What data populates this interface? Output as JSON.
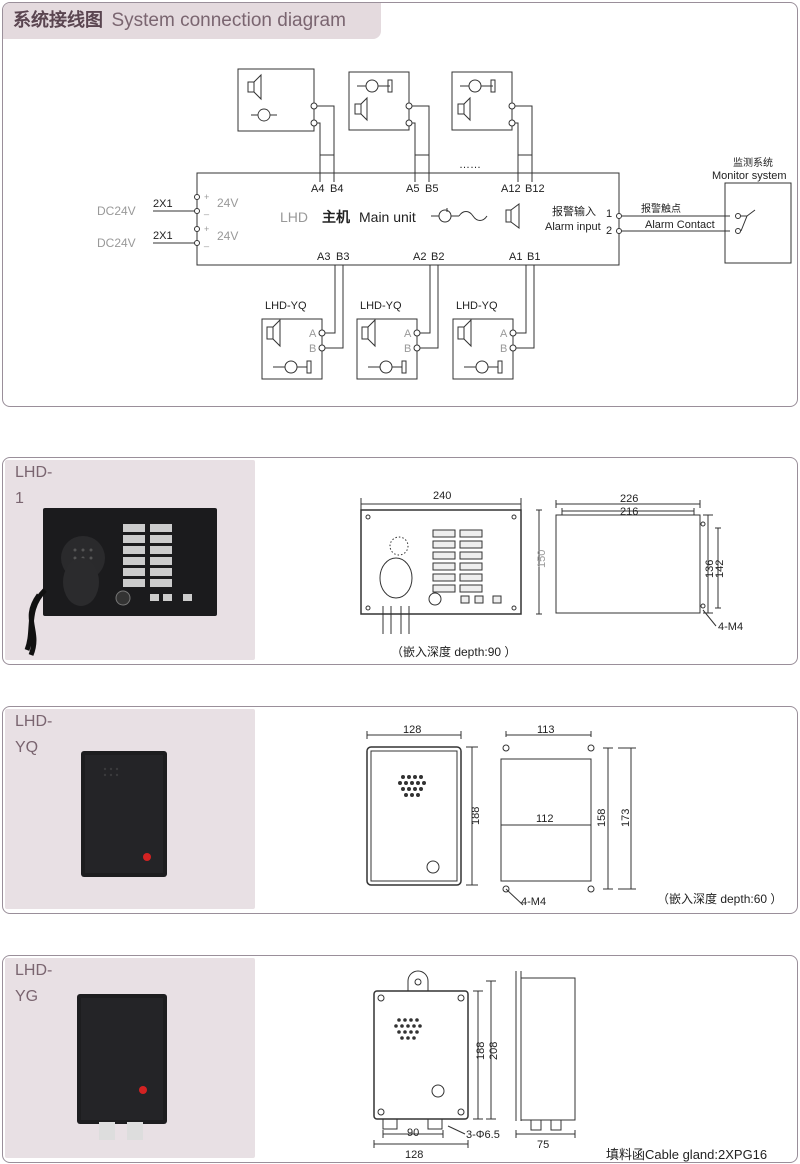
{
  "system": {
    "title_cn": "系统接线图",
    "title_en": "System connection diagram",
    "main_unit": {
      "brand": "LHD",
      "name_cn": "主机",
      "name_en": "Main unit"
    },
    "power": [
      {
        "label": "DC24V",
        "terminal": "2X1",
        "plus": "+",
        "minus": "_",
        "volt": "24V"
      },
      {
        "label": "DC24V",
        "terminal": "2X1",
        "plus": "+",
        "minus": "_",
        "volt": "24V"
      }
    ],
    "top_ports": [
      "A4",
      "B4",
      "A5",
      "B5",
      "A12",
      "B12"
    ],
    "bottom_ports": [
      "A3",
      "B3",
      "A2",
      "B2",
      "A1",
      "B1"
    ],
    "ellipsis": "……",
    "alarm_input_cn": "报警输入",
    "alarm_input_en": "Alarm input",
    "alarm_pin1": "1",
    "alarm_pin2": "2",
    "alarm_contact_cn": "报警触点",
    "alarm_contact_en": "Alarm Contact",
    "monitor_cn": "监测系统",
    "monitor_en": "Monitor system",
    "terminal_labels": [
      {
        "model": "LHD-YQ",
        "a": "A",
        "b": "B"
      },
      {
        "model": "LHD-YQ",
        "a": "A",
        "b": "B"
      },
      {
        "model": "LHD-YQ",
        "a": "A",
        "b": "B"
      }
    ]
  },
  "lhd1": {
    "title": "LHD-1",
    "dim_width": "240",
    "dim_height": "150",
    "dim_226": "226",
    "dim_216": "216",
    "dim_136": "136",
    "dim_142": "142",
    "mount": "4-M4",
    "note": "（嵌入深度 depth:90 ）"
  },
  "lhdyq": {
    "title": "LHD-YQ",
    "dim_128": "128",
    "dim_188": "188",
    "dim_113": "113",
    "dim_112": "112",
    "dim_158": "158",
    "dim_173": "173",
    "mount": "4-M4",
    "note": "（嵌入深度 depth:60 ）"
  },
  "lhdyg": {
    "title": "LHD-YG",
    "dim_188": "188",
    "dim_208": "208",
    "dim_90": "90",
    "dim_128": "128",
    "dim_75": "75",
    "hole": "3-Φ6.5",
    "gland": "填料函Cable gland:2XPG16"
  },
  "colors": {
    "tab_bg": "#e4dade",
    "tab_text": "#7a6570",
    "border": "#9a8f9a",
    "photo_bg": "#e8e0e4"
  }
}
